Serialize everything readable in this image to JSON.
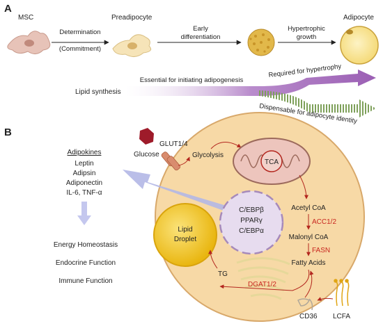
{
  "panel_a": {
    "label": "A",
    "stages": {
      "msc": "MSC",
      "preadipocyte": "Preadipocyte",
      "adipocyte": "Adipocyte"
    },
    "arrows": {
      "determination_line1": "Determination",
      "determination_line2": "(Commitment)",
      "early_line1": "Early",
      "early_line2": "differentiation",
      "hyper_line1": "Hypertrophic",
      "hyper_line2": "growth"
    },
    "lipid_synthesis": "Lipid synthesis",
    "essential": "Essential for initiating adipogenesis",
    "required": "Required for hypertrophy",
    "dispensable": "Dispensable for adipocyte identity"
  },
  "panel_b": {
    "label": "B",
    "adipokines_title": "Adipokines",
    "adipokines": [
      "Leptin",
      "Adipsin",
      "Adiponectin",
      "IL-6, TNF-α"
    ],
    "functions": [
      "Energy Homeostasis",
      "Endocrine Function",
      "Immune Function"
    ],
    "glut": "GLUT1/4",
    "glucose": "Glucose",
    "glycolysis": "Glycolysis",
    "tca": "TCA",
    "nucleus_factors": [
      "C/EBPβ",
      "PPARγ",
      "C/EBPα"
    ],
    "lipid_droplet_line1": "Lipid",
    "lipid_droplet_line2": "Droplet",
    "acetyl_coa": "Acetyl CoA",
    "acc": "ACC1/2",
    "malonyl_coa": "Malonyl CoA",
    "fasn": "FASN",
    "fatty_acids": "Fatty Acids",
    "dgat": "DGAT1/2",
    "tg": "TG",
    "cd36": "CD36",
    "lcfa": "LCFA"
  },
  "colors": {
    "purple": "#9b5fb4",
    "green": "#7ea05a",
    "red": "#c8261f",
    "cell_fill": "#f7d9a6",
    "cell_stroke": "#d8a86a",
    "droplet": "#f2c81e",
    "nucleus": "#e7dcef",
    "secretion_arrow": "#b3b7e6"
  }
}
